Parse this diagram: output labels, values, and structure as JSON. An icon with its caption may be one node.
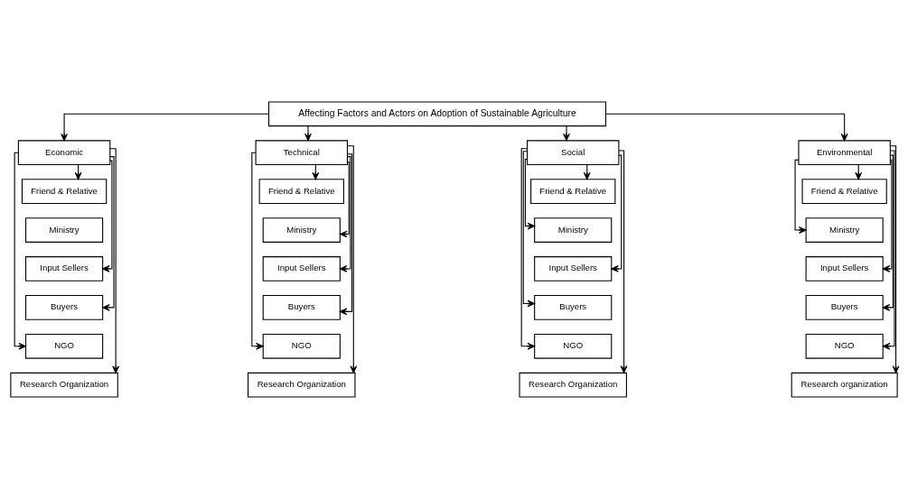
{
  "diagram": {
    "nodes": [
      {
        "text": [
          "Affecting Factors and Actors on Adoption of Sustainable Agriculture"
        ]
      },
      {
        "text": [
          "Economic"
        ]
      },
      {
        "text": [
          "Friend & Relative"
        ]
      },
      {
        "text": [
          "Ministry"
        ]
      },
      {
        "text": [
          "Input Sellers"
        ]
      },
      {
        "text": [
          "Buyers"
        ]
      },
      {
        "text": [
          "NGO"
        ]
      },
      {
        "text": [
          "Research Organization"
        ]
      },
      {
        "text": [
          "Technical"
        ]
      },
      {
        "text": [
          "Friend & Relative"
        ]
      },
      {
        "text": [
          "Ministry"
        ]
      },
      {
        "text": [
          "Input Sellers"
        ]
      },
      {
        "text": [
          "Buyers"
        ]
      },
      {
        "text": [
          "NGO"
        ]
      },
      {
        "text": [
          "Research Organization"
        ]
      },
      {
        "text": [
          "Social"
        ]
      },
      {
        "text": [
          "Friend & Relative"
        ]
      },
      {
        "text": [
          "Ministry"
        ]
      },
      {
        "text": [
          "Input Sellers"
        ]
      },
      {
        "text": [
          "Buyers"
        ]
      },
      {
        "text": [
          "NGO"
        ]
      },
      {
        "text": [
          "Research Organization"
        ]
      },
      {
        "text": [
          "Environmental"
        ]
      },
      {
        "text": [
          "Friend & Relative"
        ]
      },
      {
        "text": [
          "Ministry"
        ]
      },
      {
        "text": [
          "Input Sellers"
        ]
      },
      {
        "text": [
          "Buyers"
        ]
      },
      {
        "text": [
          "NGO"
        ]
      },
      {
        "text": [
          "Research organization"
        ]
      }
    ],
    "edges": [
      {
        "from": 0,
        "to": 1,
        "arrow": "to"
      },
      {
        "from": 0,
        "to": 8,
        "arrow": "to"
      },
      {
        "from": 0,
        "to": 15,
        "arrow": "to"
      },
      {
        "from": 0,
        "to": 22,
        "arrow": "to"
      },
      {
        "from": 1,
        "to": 2,
        "arrow": "to"
      },
      {
        "from": 1,
        "to": 4,
        "arrow": "to"
      },
      {
        "from": 1,
        "to": 5,
        "arrow": "to"
      },
      {
        "from": 1,
        "to": 6,
        "arrow": "to"
      },
      {
        "from": 1,
        "to": 7,
        "arrow": "to"
      },
      {
        "from": 8,
        "to": 9,
        "arrow": "to"
      },
      {
        "from": 8,
        "to": 10,
        "arrow": "to"
      },
      {
        "from": 8,
        "to": 11,
        "arrow": "to"
      },
      {
        "from": 8,
        "to": 12,
        "arrow": "to"
      },
      {
        "from": 8,
        "to": 13,
        "arrow": "to"
      },
      {
        "from": 8,
        "to": 14,
        "arrow": "to"
      },
      {
        "from": 15,
        "to": 16,
        "arrow": "to"
      },
      {
        "from": 15,
        "to": 17,
        "arrow": "to"
      },
      {
        "from": 15,
        "to": 18,
        "arrow": "to"
      },
      {
        "from": 15,
        "to": 19,
        "arrow": "to"
      },
      {
        "from": 15,
        "to": 20,
        "arrow": "to"
      },
      {
        "from": 15,
        "to": 21,
        "arrow": "to"
      },
      {
        "from": 22,
        "to": 23,
        "arrow": "to"
      },
      {
        "from": 22,
        "to": 24,
        "arrow": "to"
      },
      {
        "from": 22,
        "to": 25,
        "arrow": "to"
      },
      {
        "from": 22,
        "to": 26,
        "arrow": "to"
      },
      {
        "from": 22,
        "to": 27,
        "arrow": "to"
      },
      {
        "from": 22,
        "to": 28,
        "arrow": "to"
      }
    ]
  }
}
